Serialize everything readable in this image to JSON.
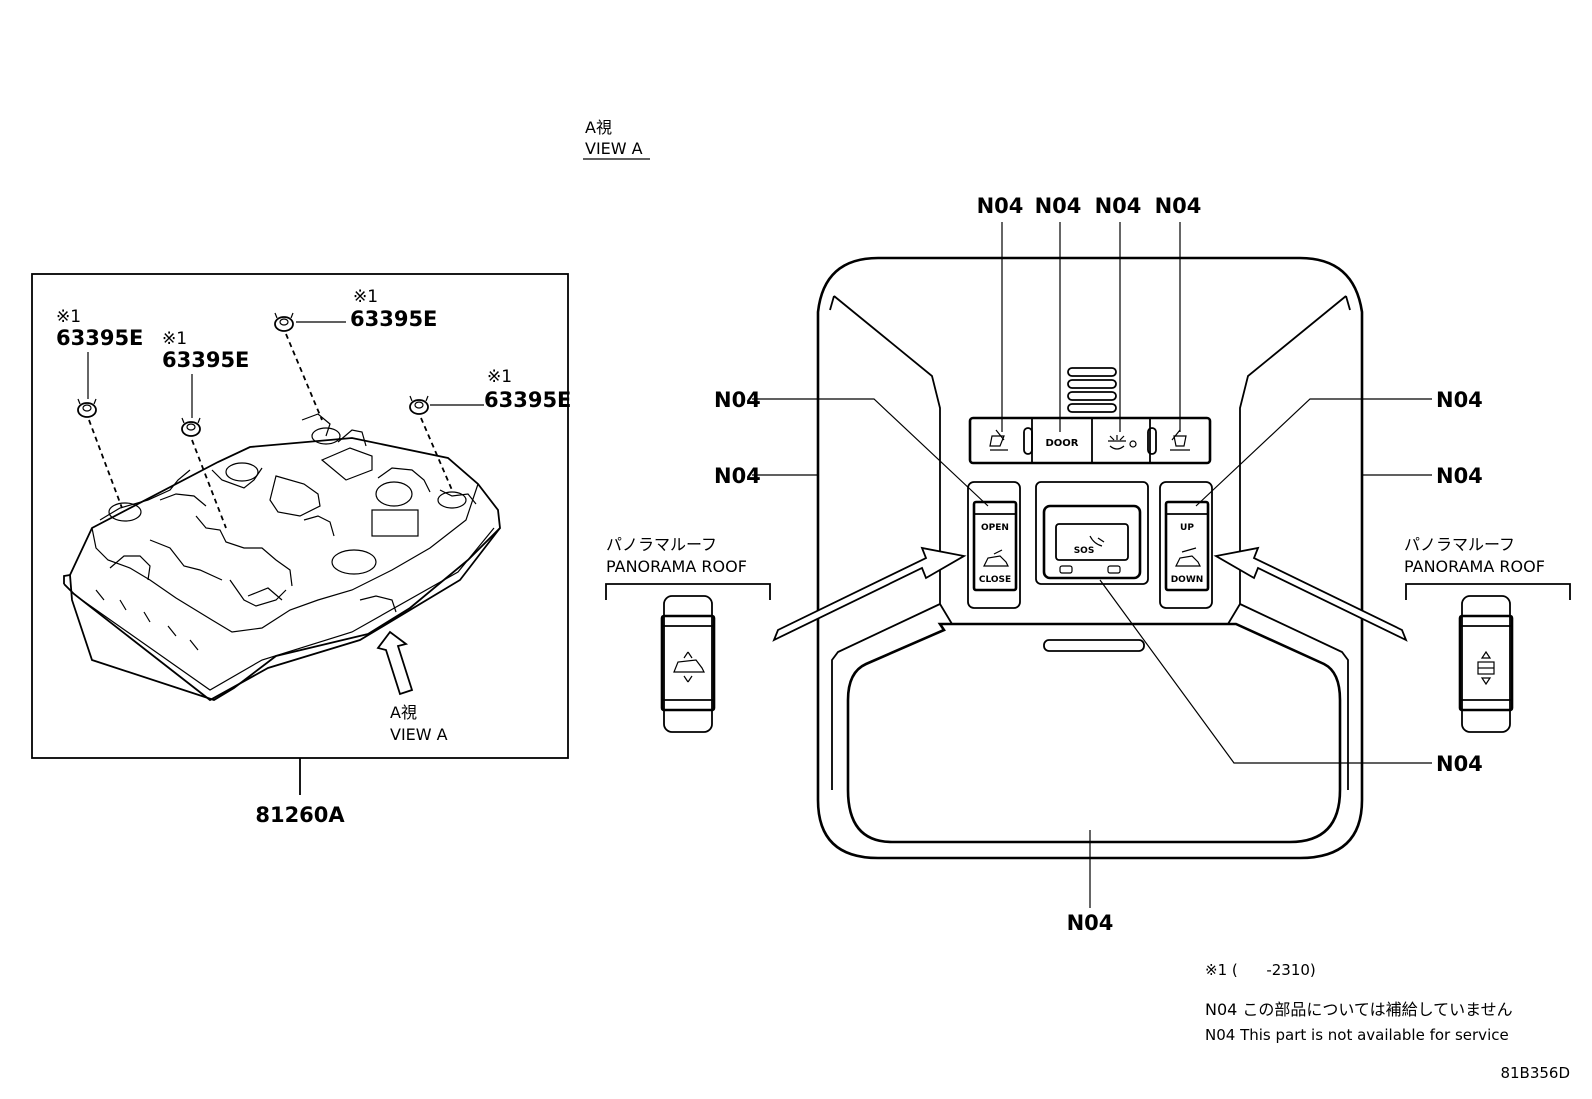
{
  "view_a_heading": {
    "jp": "A視",
    "en": "VIEW A"
  },
  "left_panel": {
    "bolt_note": "※1",
    "bolt_part": "63395E",
    "assembly_part": "81260A",
    "view_arrow_jp": "A視",
    "view_arrow_en": "VIEW A"
  },
  "console": {
    "part_code": "N04",
    "buttons": {
      "door": "DOOR",
      "open": "OPEN",
      "close": "CLOSE",
      "up": "UP",
      "down": "DOWN",
      "sos": "SOS"
    }
  },
  "panorama": {
    "jp": "パノラマルーフ",
    "en": "PANORAMA ROOF"
  },
  "footnotes": {
    "range": "※1 (      -2310)",
    "jp": "N04 この部品については補給していません",
    "en": "N04 This part is not available for service"
  },
  "diagram_code": "81B356D"
}
